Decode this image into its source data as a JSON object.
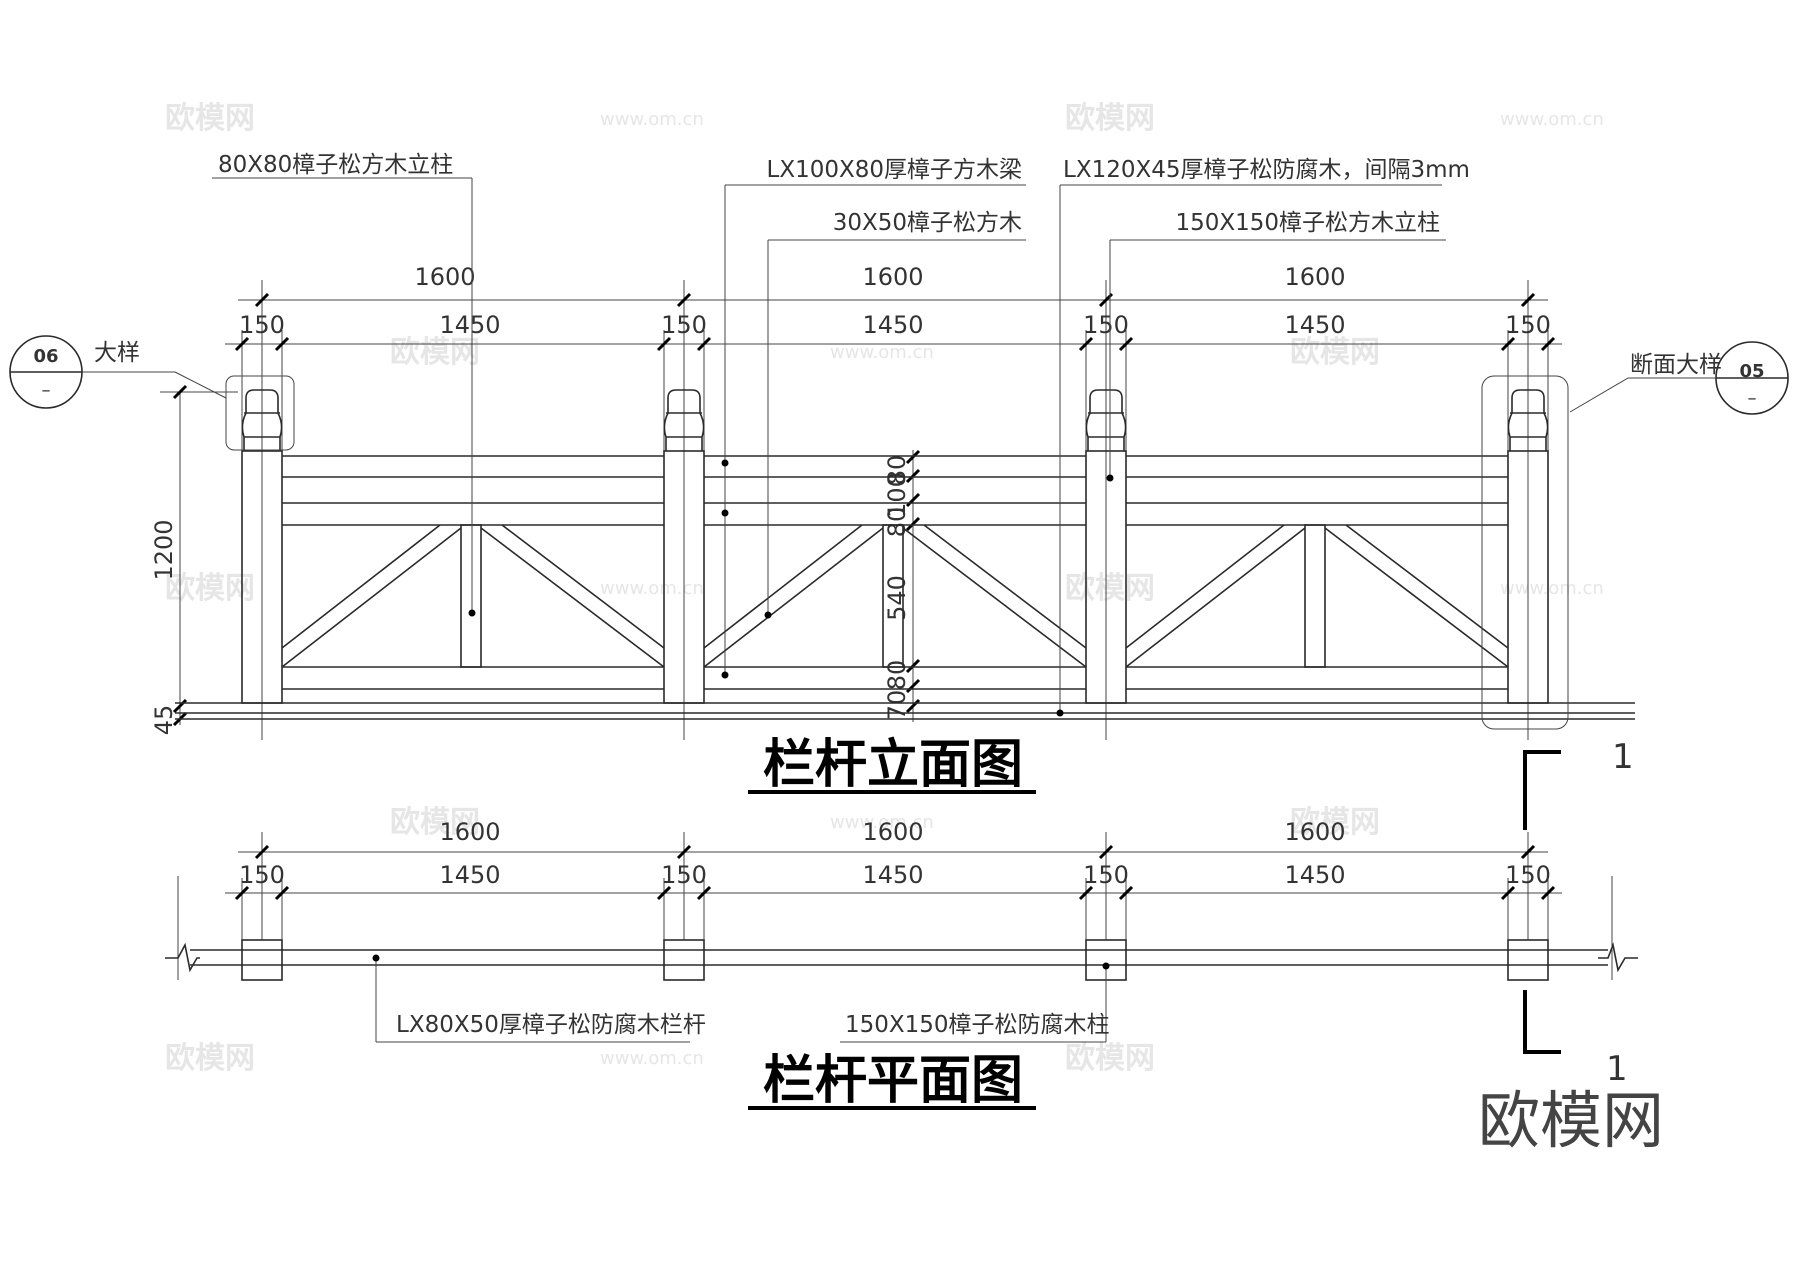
{
  "elevation": {
    "title": "栏杆立面图",
    "overall_dims": [
      "1600",
      "1600",
      "1600"
    ],
    "sub_dims": [
      "150",
      "1450",
      "150",
      "1450",
      "150",
      "1450",
      "150"
    ],
    "height_dim": "1200",
    "base_dim": "45",
    "vertical_dims": [
      "80",
      "100",
      "80",
      "540",
      "80",
      "70"
    ],
    "callouts": {
      "post_small": "80X80樟子松方木立柱",
      "beam": "LX100X80厚樟子方木梁",
      "brace": "30X50樟子松方木",
      "deck": "LX120X45厚樟子松防腐木，间隔3mm",
      "post_large": "150X150樟子松方木立柱"
    },
    "detail_left": {
      "label": "大样",
      "number": "06",
      "sheet": "–"
    },
    "detail_right": {
      "label": "断面大样",
      "number": "05",
      "sheet": "–"
    }
  },
  "plan": {
    "title": "栏杆平面图",
    "overall_dims": [
      "1600",
      "1600",
      "1600"
    ],
    "sub_dims": [
      "150",
      "1450",
      "150",
      "1450",
      "150",
      "1450",
      "150"
    ],
    "callouts": {
      "rail": "LX80X50厚樟子松防腐木栏杆",
      "post": "150X150樟子松防腐木柱"
    }
  },
  "section_marks": [
    "1",
    "1"
  ],
  "watermarks": {
    "logo": "欧模网",
    "url": "www.om.cn"
  }
}
